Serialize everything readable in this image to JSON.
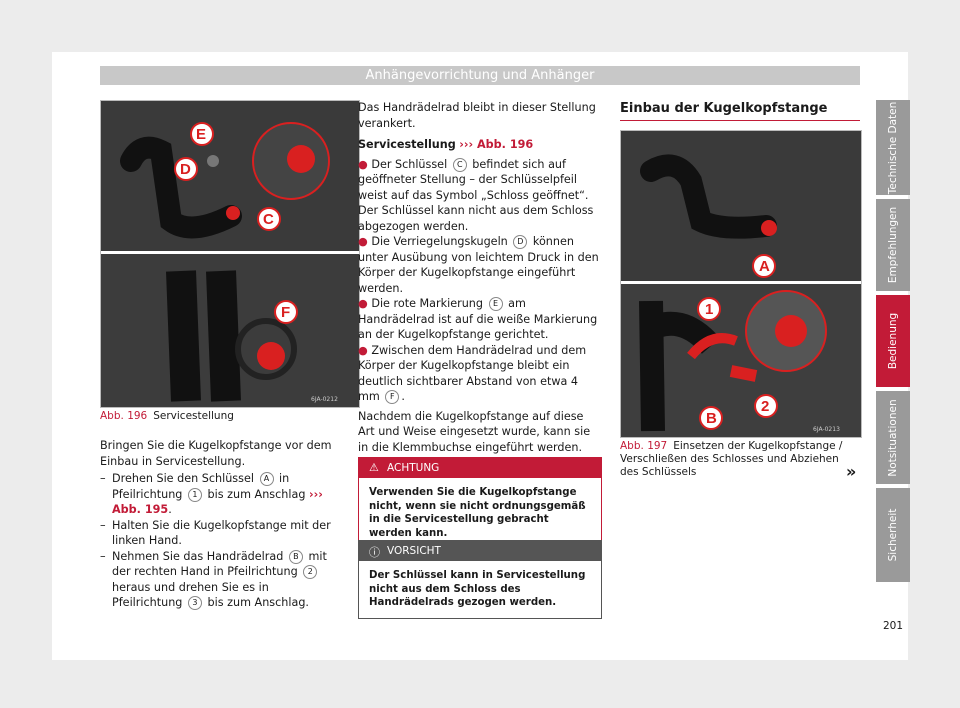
{
  "header": "Anhängevorrichtung und Anhänger",
  "fig196": {
    "num": "Abb. 196",
    "caption": "Servicestellung",
    "code": "6JA-0212",
    "labels": [
      "E",
      "D",
      "C",
      "F"
    ]
  },
  "left": {
    "intro": "Bringen Sie die Kugelkopfstange vor dem Einbau in Servicestellung.",
    "steps": [
      {
        "a": "Drehen Sie den Schlüssel ",
        "c1": "A",
        "b": " in Pfeilrich­tung ",
        "c2": "1",
        "d": " bis zum Anschlag ",
        "ref": "››› Abb. 195",
        "e": "."
      },
      {
        "a": "Halten Sie die Kugelkopfstange mit der lin­ken Hand."
      },
      {
        "a": "Nehmen Sie das Handrädelrad ",
        "c1": "B",
        "b": " mit der rechten Hand in Pfeilrichtung ",
        "c2": "2",
        "d": " heraus und drehen Sie es in Pfeilrichtung ",
        "c3": "3",
        "e": " bis zum Anschlag."
      }
    ]
  },
  "mid": {
    "p1": "Das Handrädelrad bleibt in dieser Stellung verankert.",
    "service_label": "Servicestellung",
    "service_ref": "››› Abb. 196",
    "bullets": [
      {
        "a": "Der Schlüssel ",
        "c": "C",
        "b": " befindet sich auf geöffne­ter Stellung – der Schlüsselpfeil weist auf das Symbol „Schloss geöffnet“. Der Schlüs­sel kann nicht aus dem Schloss abgezogen werden."
      },
      {
        "a": "Die Verriegelungskugeln ",
        "c": "D",
        "b": " können unter Ausübung von leichtem Druck in den Körper der Kugelkopfstange eingeführt werden."
      },
      {
        "a": "Die rote Markierung ",
        "c": "E",
        "b": " am Handrädelrad ist auf die weiße Markierung an der Kugel­kopfstange gerichtet."
      },
      {
        "a": "Zwischen dem Handrädelrad und dem Körper der Kugelkopfstange bleibt ein deut­lich sichtbarer Abstand von etwa 4 mm ",
        "c": "F",
        "b": "."
      }
    ],
    "p2": "Nachdem die Kugelkopfstange auf diese Art und Weise eingesetzt wurde, kann sie in die Klemmbuchse eingeführt werden.",
    "warn_title": "ACHTUNG",
    "warn_body": "Verwenden Sie die Kugelkopfstange nicht, wenn sie nicht ordnungsgemäß in die Ser­vicestellung gebracht werden kann.",
    "caution_title": "VORSICHT",
    "caution_body": "Der Schlüssel kann in Servicestellung nicht aus dem Schloss des Handrädelrads gezo­gen werden."
  },
  "right": {
    "title": "Einbau der Kugelkopfstange",
    "fig197": {
      "num": "Abb. 197",
      "caption": "Einsetzen der Kugelkopfstange / Verschließen des Schlosses und Abziehen des Schlüssels",
      "code": "6JA-0213",
      "labels": [
        "A",
        "1",
        "B",
        "2"
      ]
    },
    "more": "»"
  },
  "tabs": [
    "Technische Daten",
    "Empfehlungen",
    "Bedienung",
    "Notsituationen",
    "Sicherheit"
  ],
  "page_number": "201"
}
